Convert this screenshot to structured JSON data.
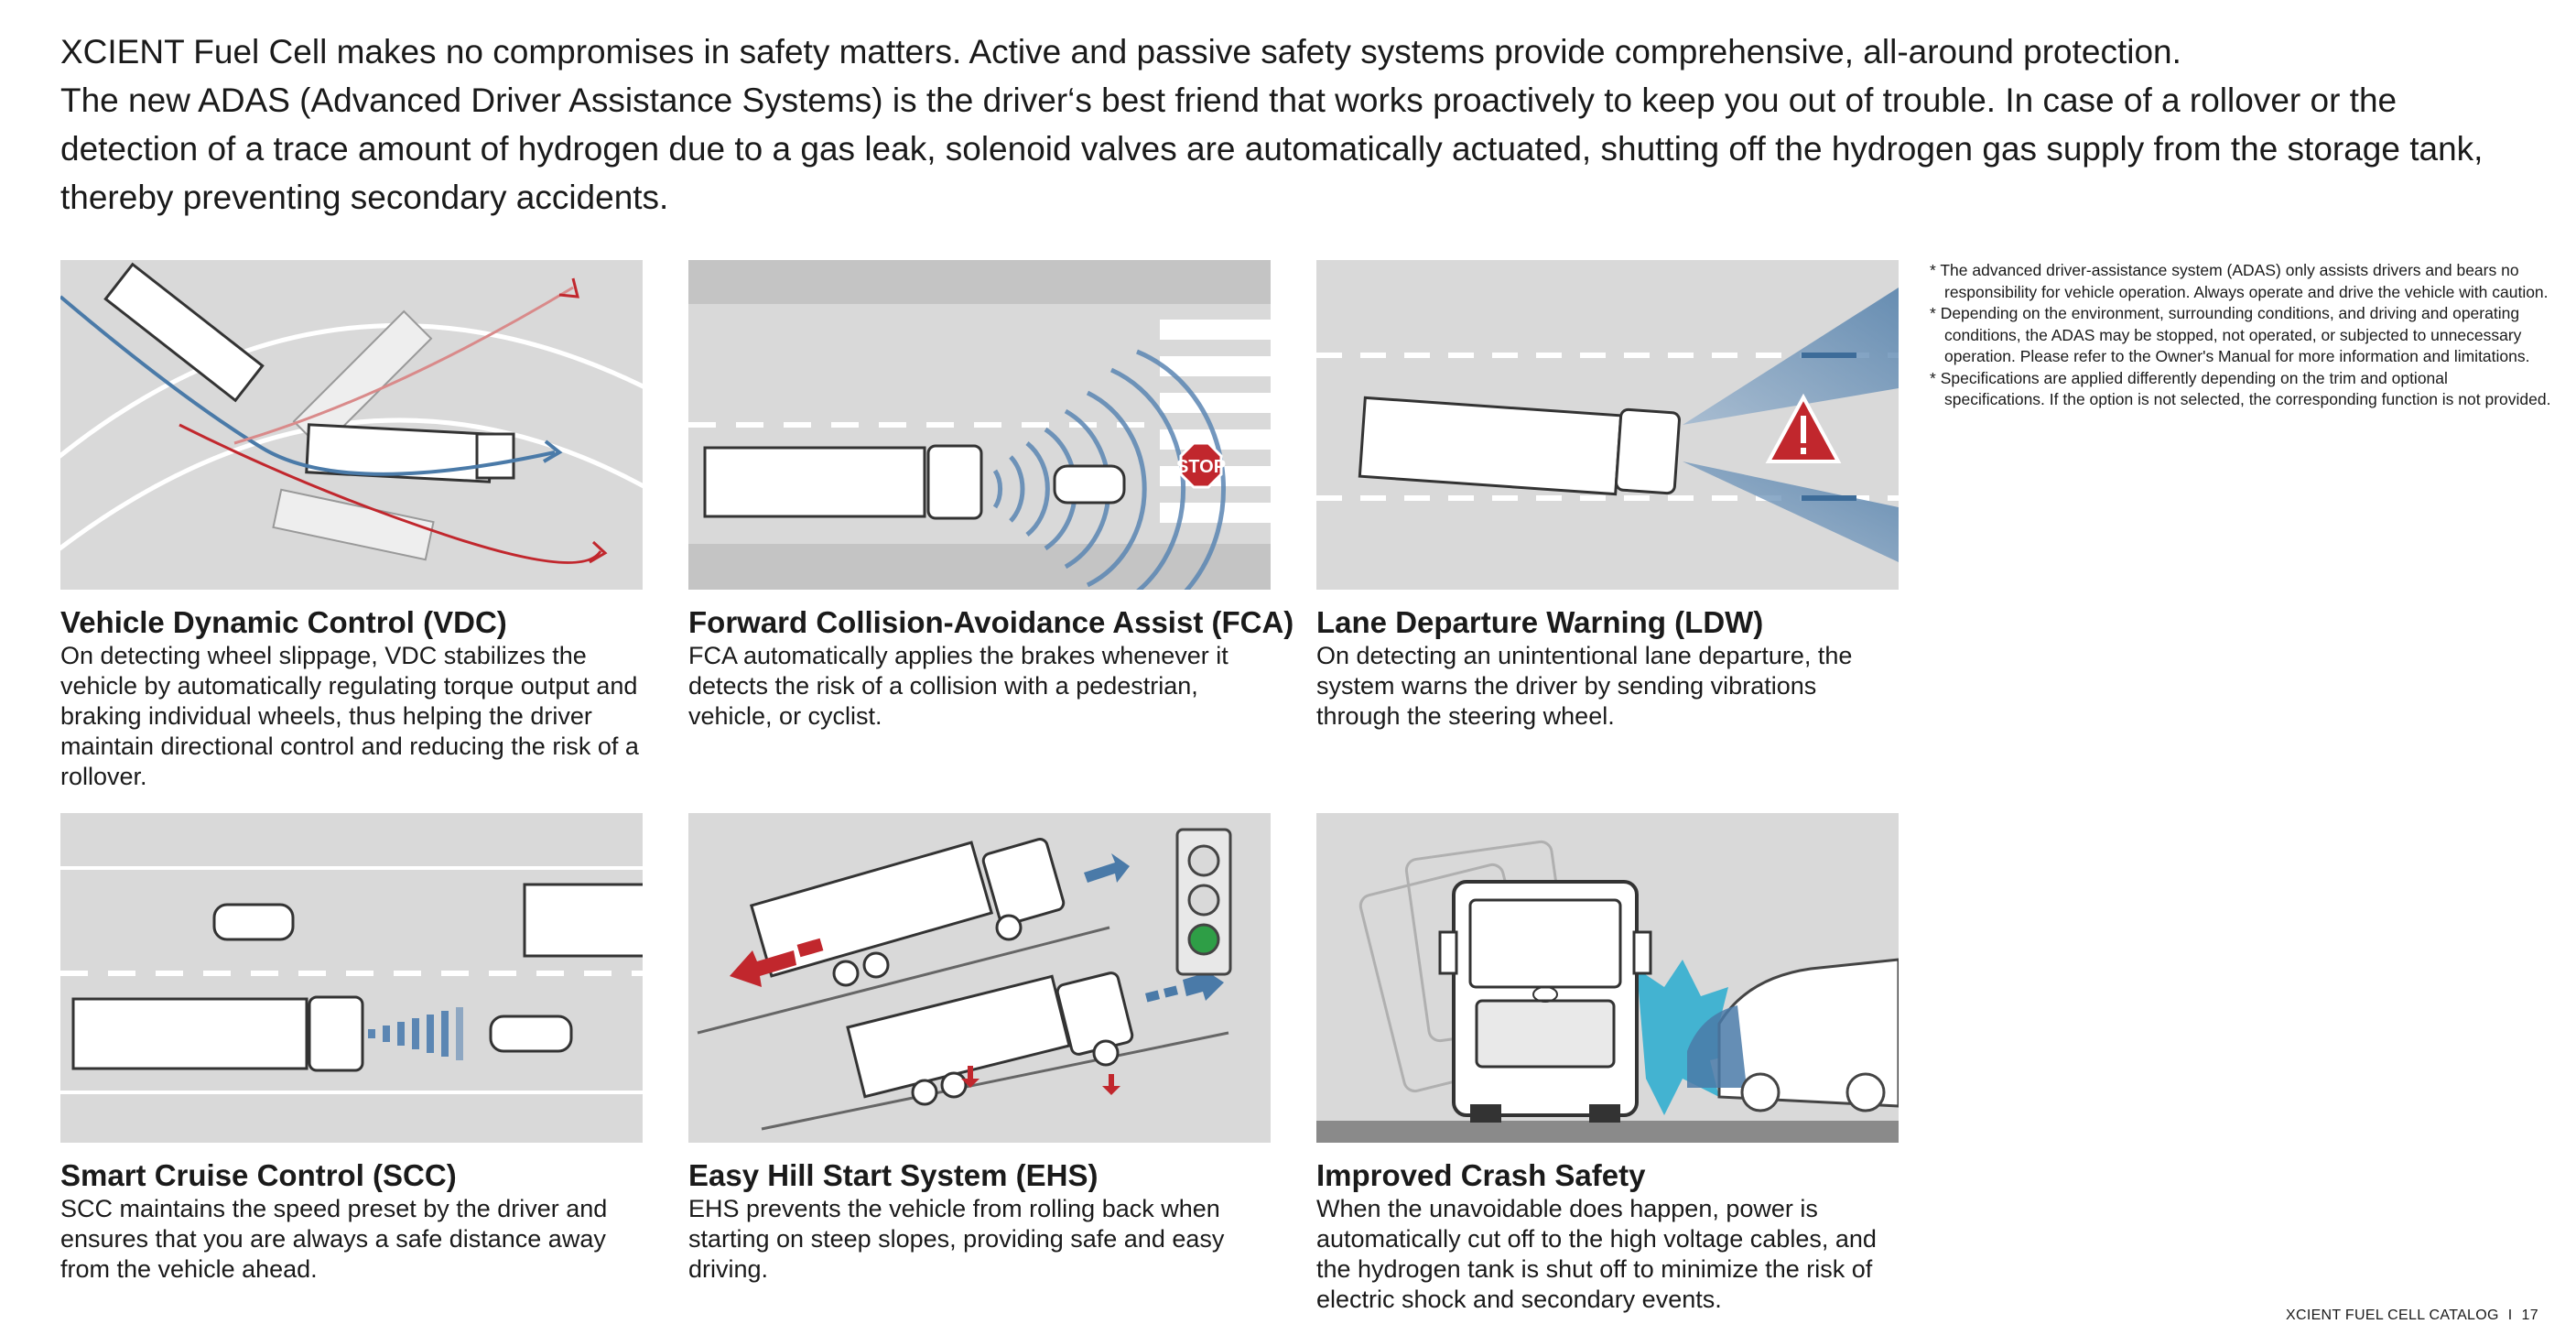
{
  "intro": {
    "line1": "XCIENT Fuel Cell makes no compromises in safety matters. Active and passive safety systems provide comprehensive, all-around protection.",
    "line2": "The new ADAS (Advanced Driver Assistance Systems) is the driver‘s best friend that works proactively to keep you out of trouble. In case of a rollover or the detection of a trace amount of hydrogen due to a gas leak, solenoid valves are automatically actuated, shutting off the hydrogen gas supply from the storage tank, thereby preventing secondary accidents."
  },
  "features": [
    {
      "title": "Vehicle Dynamic Control (VDC)",
      "description": "On detecting wheel slippage, VDC stabilizes the vehicle by automatically regulating torque output and braking individual wheels, thus helping the driver maintain directional control and reducing the risk of a rollover."
    },
    {
      "title": "Forward Collision-Avoidance Assist (FCA)",
      "description": "FCA automatically applies the brakes whenever it detects the risk of a collision with a pedestrian, vehicle, or cyclist.",
      "sign_text": "STOP"
    },
    {
      "title": "Lane Departure Warning (LDW)",
      "description": "On detecting an unintentional lane departure, the system warns the driver by sending vibrations through the steering wheel."
    },
    {
      "title": "Smart Cruise Control (SCC)",
      "description": "SCC maintains the speed preset by the driver and ensures that you are always a safe distance away from the vehicle ahead."
    },
    {
      "title": "Easy Hill Start System (EHS)",
      "description": "EHS prevents the vehicle from rolling back when starting on steep slopes, providing safe and easy driving."
    },
    {
      "title": "Improved Crash Safety",
      "description": "When the unavoidable does happen, power is automatically cut off to the high voltage cables, and the hydrogen tank is shut off to minimize the risk of electric shock and secondary events."
    }
  ],
  "notes": [
    "The advanced driver-assistance system (ADAS) only assists drivers and bears no responsibility for vehicle operation. Always operate and drive the vehicle with caution.",
    "Depending on the environment, surrounding conditions, and driving and operating conditions, the ADAS may be stopped, not operated, or subjected to unnecessary operation. Please refer to the Owner's Manual for more information and limitations.",
    "Specifications are applied differently depending on the trim and optional specifications. If the option is not selected, the corresponding function is not provided."
  ],
  "footer": {
    "catalog": "XCIENT FUEL CELL CATALOG",
    "separator": "I",
    "page": "17"
  },
  "colors": {
    "panel": "#d9d9d9",
    "blue": "#4a7aa8",
    "red": "#c1272d",
    "cyan": "#43b3d1",
    "green": "#2e9e46"
  }
}
